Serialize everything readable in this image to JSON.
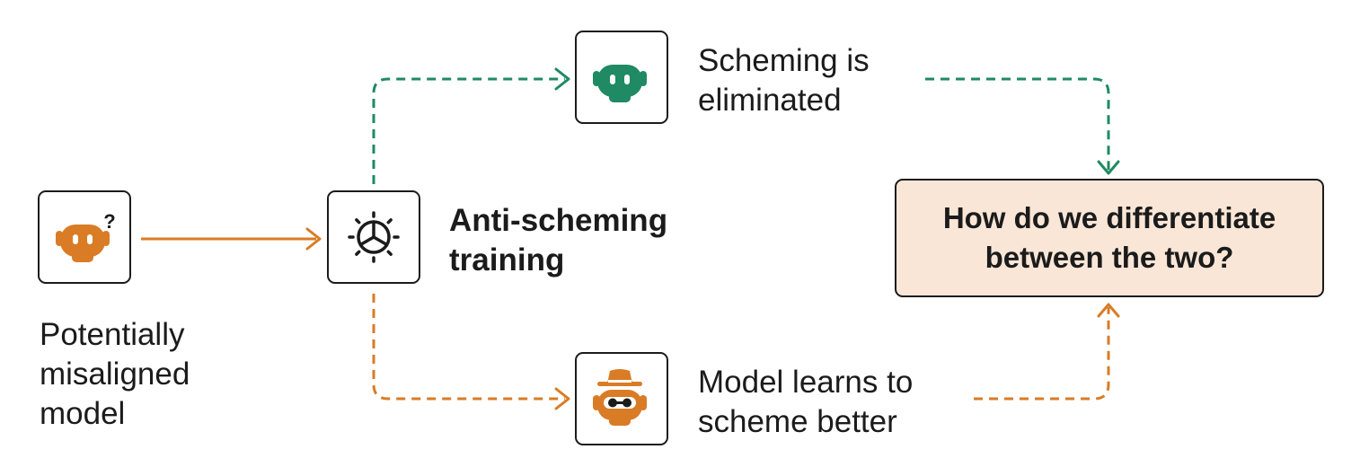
{
  "colors": {
    "orange": "#d97c25",
    "green": "#1f8a63",
    "ink": "#1b1b1b",
    "highlight": "#f9e6d7"
  },
  "nodes": {
    "start": {
      "icon": "confused-robot-icon",
      "badge": "?",
      "label_lines": [
        "Potentially",
        "misaligned",
        "model"
      ]
    },
    "training": {
      "icon": "gear-icon",
      "label_lines": [
        "Anti-scheming",
        "training"
      ]
    },
    "eliminated": {
      "icon": "green-robot-icon",
      "label_lines": [
        "Scheming is",
        "eliminated"
      ]
    },
    "better": {
      "icon": "disguised-robot-icon",
      "label_lines": [
        "Model learns to",
        "scheme better"
      ]
    },
    "question": {
      "label_lines": [
        "How do we differentiate",
        "between the two?"
      ]
    }
  }
}
